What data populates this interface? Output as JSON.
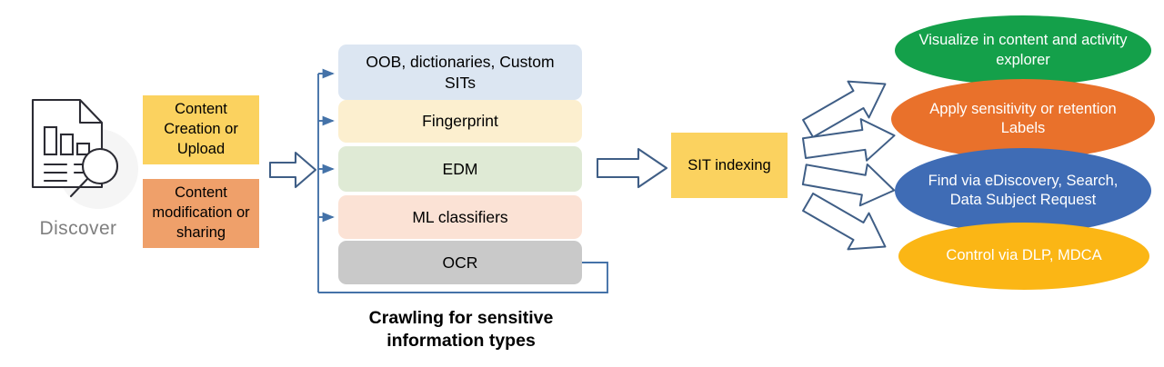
{
  "diagram": {
    "title_caption": "Crawling for sensitive information types",
    "stages": {
      "discover": {
        "label": "Discover",
        "icon": "document-search-icon"
      },
      "sources": [
        {
          "name": "content-creation",
          "label": "Content Creation or Upload",
          "color": "#FBD25F"
        },
        {
          "name": "content-modification",
          "label": "Content modification or sharing",
          "color": "#EFA06A"
        }
      ],
      "methods": [
        {
          "name": "oob-dictionaries-custom-sits",
          "label": "OOB, dictionaries, Custom SITs",
          "color": "#DCE6F2"
        },
        {
          "name": "fingerprint",
          "label": "Fingerprint",
          "color": "#FCEFCF"
        },
        {
          "name": "edm",
          "label": "EDM",
          "color": "#DFEAD5"
        },
        {
          "name": "ml-classifiers",
          "label": "ML classifiers",
          "color": "#FBE2D5"
        },
        {
          "name": "ocr",
          "label": "OCR",
          "color": "#C9C9C9"
        }
      ],
      "indexing": {
        "label": "SIT indexing",
        "color": "#FBD25F"
      },
      "outcomes": [
        {
          "name": "visualize",
          "label": "Visualize in content and activity explorer",
          "color": "#14A04A"
        },
        {
          "name": "apply-labels",
          "label": "Apply sensitivity or retention Labels",
          "color": "#E9712B"
        },
        {
          "name": "find-ediscovery",
          "label": "Find via eDiscovery, Search, Data Subject Request",
          "color": "#3F6CB5"
        },
        {
          "name": "control-dlp",
          "label": "Control via DLP, MDCA",
          "color": "#FBB615"
        }
      ]
    },
    "connector_color": "#4472A8",
    "arrow_outline_color": "#3F5E86"
  }
}
